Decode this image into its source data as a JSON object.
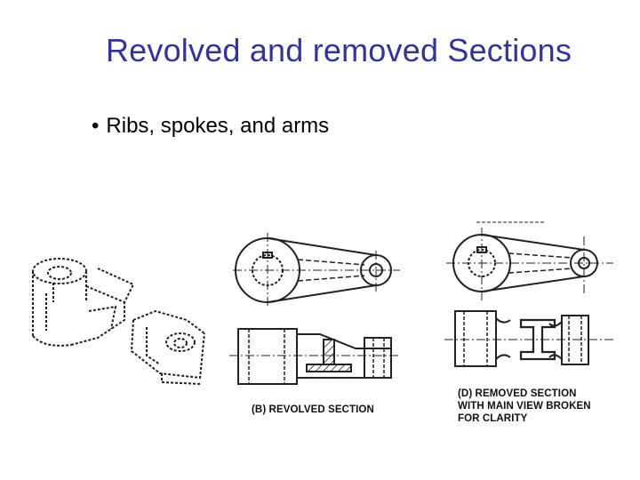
{
  "slide": {
    "title": "Revolved and removed Sections",
    "bullets": [
      {
        "symbol": "•",
        "text": "Ribs, spokes, and arms"
      }
    ]
  },
  "figures": {
    "revolved_caption": "(B) REVOLVED SECTION",
    "removed_caption_lines": [
      "(D) REMOVED SECTION",
      "WITH MAIN VIEW BROKEN",
      "FOR CLARITY"
    ]
  },
  "colors": {
    "title": "#333399",
    "text": "#000000"
  }
}
